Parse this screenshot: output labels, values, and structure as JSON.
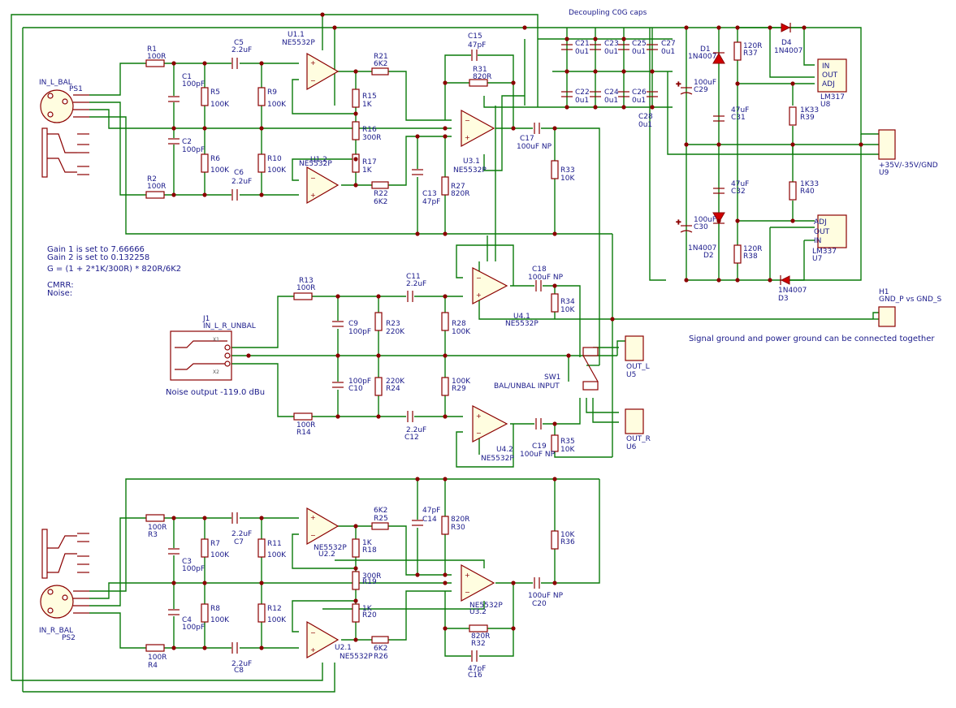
{
  "header": {
    "decoupling_note": "Decoupling C0G caps"
  },
  "notes": {
    "gain1": "Gain 1 is set to 7.66666",
    "gain2": "Gain 2 is set to 0.132258",
    "formula": "G = (1 + 2*1K/300R) * 820R/6K2",
    "cmrr": "CMRR:",
    "noise": "Noise:",
    "noise_output": "Noise output -119.0 dBu",
    "ground_note": "Signal ground and power ground can be connected together"
  },
  "labels": [
    {
      "id": "ps1_ref",
      "text": "PS1"
    },
    {
      "id": "ps1_val",
      "text": "IN_L_BAL"
    },
    {
      "id": "ps2_ref",
      "text": "PS2"
    },
    {
      "id": "ps2_val",
      "text": "IN_R_BAL"
    },
    {
      "id": "j1_ref",
      "text": "J1"
    },
    {
      "id": "j1_val",
      "text": "IN_L_R_UNBAL"
    },
    {
      "id": "r1",
      "text": "R1"
    },
    {
      "id": "r1v",
      "text": "100R"
    },
    {
      "id": "r2",
      "text": "R2"
    },
    {
      "id": "r2v",
      "text": "100R"
    },
    {
      "id": "r3",
      "text": "R3"
    },
    {
      "id": "r3v",
      "text": "100R"
    },
    {
      "id": "r4",
      "text": "R4"
    },
    {
      "id": "r4v",
      "text": "100R"
    },
    {
      "id": "r5",
      "text": "R5"
    },
    {
      "id": "r5v",
      "text": "100K"
    },
    {
      "id": "r6",
      "text": "R6"
    },
    {
      "id": "r6v",
      "text": "100K"
    },
    {
      "id": "r7",
      "text": "R7"
    },
    {
      "id": "r7v",
      "text": "100K"
    },
    {
      "id": "r8",
      "text": "R8"
    },
    {
      "id": "r8v",
      "text": "100K"
    },
    {
      "id": "r9",
      "text": "R9"
    },
    {
      "id": "r9v",
      "text": "100K"
    },
    {
      "id": "r10",
      "text": "R10"
    },
    {
      "id": "r10v",
      "text": "100K"
    },
    {
      "id": "r11",
      "text": "R11"
    },
    {
      "id": "r11v",
      "text": "100K"
    },
    {
      "id": "r12",
      "text": "R12"
    },
    {
      "id": "r12v",
      "text": "100K"
    },
    {
      "id": "c1",
      "text": "C1"
    },
    {
      "id": "c1v",
      "text": "100pF"
    },
    {
      "id": "c2",
      "text": "C2"
    },
    {
      "id": "c2v",
      "text": "100pF"
    },
    {
      "id": "c3",
      "text": "C3"
    },
    {
      "id": "c3v",
      "text": "100pF"
    },
    {
      "id": "c4",
      "text": "C4"
    },
    {
      "id": "c4v",
      "text": "100pF"
    },
    {
      "id": "c5",
      "text": "C5"
    },
    {
      "id": "c5v",
      "text": "2.2uF"
    },
    {
      "id": "c6",
      "text": "C6"
    },
    {
      "id": "c6v",
      "text": "2.2uF"
    },
    {
      "id": "c7",
      "text": "C7"
    },
    {
      "id": "c7v",
      "text": "2.2uF"
    },
    {
      "id": "c8",
      "text": "C8"
    },
    {
      "id": "c8v",
      "text": "2.2uF"
    },
    {
      "id": "u11",
      "text": "U1.1"
    },
    {
      "id": "u11v",
      "text": "NE5532P"
    },
    {
      "id": "u12",
      "text": "U1.2"
    },
    {
      "id": "u12v",
      "text": "NE5532P"
    },
    {
      "id": "u21",
      "text": "U2.1"
    },
    {
      "id": "u21v",
      "text": "NE5532P"
    },
    {
      "id": "u22",
      "text": "U2.2"
    },
    {
      "id": "u22v",
      "text": "NE5532P"
    },
    {
      "id": "u31",
      "text": "U3.1"
    },
    {
      "id": "u31v",
      "text": "NE5532P"
    },
    {
      "id": "u32",
      "text": "U3.2"
    },
    {
      "id": "u32v",
      "text": "NE5532P"
    },
    {
      "id": "u41",
      "text": "U4.1"
    },
    {
      "id": "u41v",
      "text": "NE5532P"
    },
    {
      "id": "u42",
      "text": "U4.2"
    },
    {
      "id": "u42v",
      "text": "NE5532P"
    },
    {
      "id": "r15",
      "text": "R15"
    },
    {
      "id": "r15v",
      "text": "1K"
    },
    {
      "id": "r16",
      "text": "R16"
    },
    {
      "id": "r16v",
      "text": "300R"
    },
    {
      "id": "r17",
      "text": "R17"
    },
    {
      "id": "r17v",
      "text": "1K"
    },
    {
      "id": "r18",
      "text": "R18"
    },
    {
      "id": "r18v",
      "text": "1K"
    },
    {
      "id": "r19",
      "text": "R19"
    },
    {
      "id": "r19v",
      "text": "300R"
    },
    {
      "id": "r20",
      "text": "R20"
    },
    {
      "id": "r20v",
      "text": "1K"
    },
    {
      "id": "r21",
      "text": "R21"
    },
    {
      "id": "r21v",
      "text": "6K2"
    },
    {
      "id": "r22",
      "text": "R22"
    },
    {
      "id": "r22v",
      "text": "6K2"
    },
    {
      "id": "r25",
      "text": "R25"
    },
    {
      "id": "r25v",
      "text": "6K2"
    },
    {
      "id": "r26",
      "text": "R26"
    },
    {
      "id": "r26v",
      "text": "6K2"
    },
    {
      "id": "r27",
      "text": "R27"
    },
    {
      "id": "r27v",
      "text": "820R"
    },
    {
      "id": "r30",
      "text": "R30"
    },
    {
      "id": "r30v",
      "text": "820R"
    },
    {
      "id": "r31",
      "text": "R31"
    },
    {
      "id": "r31v",
      "text": "820R"
    },
    {
      "id": "r32",
      "text": "R32"
    },
    {
      "id": "r32v",
      "text": "820R"
    },
    {
      "id": "c13",
      "text": "C13"
    },
    {
      "id": "c13v",
      "text": "47pF"
    },
    {
      "id": "c14",
      "text": "C14"
    },
    {
      "id": "c14v",
      "text": "47pF"
    },
    {
      "id": "c15",
      "text": "C15"
    },
    {
      "id": "c15v",
      "text": "47pF"
    },
    {
      "id": "c16",
      "text": "C16"
    },
    {
      "id": "c16v",
      "text": "47pF"
    },
    {
      "id": "c17",
      "text": "C17"
    },
    {
      "id": "c17v",
      "text": "100uF NP"
    },
    {
      "id": "c18",
      "text": "C18"
    },
    {
      "id": "c18v",
      "text": "100uF NP"
    },
    {
      "id": "c19",
      "text": "C19"
    },
    {
      "id": "c19v",
      "text": "100uF NP"
    },
    {
      "id": "c20",
      "text": "C20"
    },
    {
      "id": "c20v",
      "text": "100uF NP"
    },
    {
      "id": "r33",
      "text": "R33"
    },
    {
      "id": "r33v",
      "text": "10K"
    },
    {
      "id": "r34",
      "text": "R34"
    },
    {
      "id": "r34v",
      "text": "10K"
    },
    {
      "id": "r35",
      "text": "R35"
    },
    {
      "id": "r35v",
      "text": "10K"
    },
    {
      "id": "r36",
      "text": "R36"
    },
    {
      "id": "r36v",
      "text": "10K"
    },
    {
      "id": "r13",
      "text": "R13"
    },
    {
      "id": "r13v",
      "text": "100R"
    },
    {
      "id": "r14",
      "text": "R14"
    },
    {
      "id": "r14v",
      "text": "100R"
    },
    {
      "id": "c9",
      "text": "C9"
    },
    {
      "id": "c9v",
      "text": "100pF"
    },
    {
      "id": "c10",
      "text": "C10"
    },
    {
      "id": "c10v",
      "text": "100pF"
    },
    {
      "id": "c11",
      "text": "C11"
    },
    {
      "id": "c11v",
      "text": "2.2uF"
    },
    {
      "id": "c12",
      "text": "C12"
    },
    {
      "id": "c12v",
      "text": "2.2uF"
    },
    {
      "id": "r23",
      "text": "R23"
    },
    {
      "id": "r23v",
      "text": "220K"
    },
    {
      "id": "r24",
      "text": "R24"
    },
    {
      "id": "r24v",
      "text": "220K"
    },
    {
      "id": "r28",
      "text": "R28"
    },
    {
      "id": "r28v",
      "text": "100K"
    },
    {
      "id": "r29",
      "text": "R29"
    },
    {
      "id": "r29v",
      "text": "100K"
    },
    {
      "id": "sw1",
      "text": "SW1"
    },
    {
      "id": "sw1v",
      "text": "BAL/UNBAL INPUT"
    },
    {
      "id": "u5",
      "text": "U5"
    },
    {
      "id": "u5v",
      "text": "OUT_L"
    },
    {
      "id": "u6",
      "text": "U6"
    },
    {
      "id": "u6v",
      "text": "OUT_R"
    },
    {
      "id": "c21",
      "text": "C21"
    },
    {
      "id": "c21v",
      "text": "0u1"
    },
    {
      "id": "c22",
      "text": "C22"
    },
    {
      "id": "c22v",
      "text": "0u1"
    },
    {
      "id": "c23",
      "text": "C23"
    },
    {
      "id": "c23v",
      "text": "0u1"
    },
    {
      "id": "c24",
      "text": "C24"
    },
    {
      "id": "c24v",
      "text": "0u1"
    },
    {
      "id": "c25",
      "text": "C25"
    },
    {
      "id": "c25v",
      "text": "0u1"
    },
    {
      "id": "c26",
      "text": "C26"
    },
    {
      "id": "c26v",
      "text": "0u1"
    },
    {
      "id": "c27",
      "text": "C27"
    },
    {
      "id": "c27v",
      "text": "0u1"
    },
    {
      "id": "c28",
      "text": "C28"
    },
    {
      "id": "c28v",
      "text": "0u1"
    },
    {
      "id": "d1",
      "text": "D1"
    },
    {
      "id": "d1v",
      "text": "1N4007"
    },
    {
      "id": "d2",
      "text": "D2"
    },
    {
      "id": "d2v",
      "text": "1N4007"
    },
    {
      "id": "d3",
      "text": "D3"
    },
    {
      "id": "d3v",
      "text": "1N4007"
    },
    {
      "id": "d4",
      "text": "D4"
    },
    {
      "id": "d4v",
      "text": "1N4007"
    },
    {
      "id": "c29",
      "text": "C29"
    },
    {
      "id": "c29v",
      "text": "100uF"
    },
    {
      "id": "c30",
      "text": "C30"
    },
    {
      "id": "c30v",
      "text": "100uF"
    },
    {
      "id": "c31",
      "text": "C31"
    },
    {
      "id": "c31v",
      "text": "47uF"
    },
    {
      "id": "c32",
      "text": "C32"
    },
    {
      "id": "c32v",
      "text": "47uF"
    },
    {
      "id": "r37",
      "text": "R37"
    },
    {
      "id": "r37v",
      "text": "120R"
    },
    {
      "id": "r38",
      "text": "R38"
    },
    {
      "id": "r38v",
      "text": "120R"
    },
    {
      "id": "r39",
      "text": "R39"
    },
    {
      "id": "r39v",
      "text": "1K33"
    },
    {
      "id": "r40",
      "text": "R40"
    },
    {
      "id": "r40v",
      "text": "1K33"
    },
    {
      "id": "u8",
      "text": "U8"
    },
    {
      "id": "u8v",
      "text": "LM317"
    },
    {
      "id": "u7",
      "text": "U7"
    },
    {
      "id": "u7v",
      "text": "LM337"
    },
    {
      "id": "u9",
      "text": "U9"
    },
    {
      "id": "u9v",
      "text": "+35V/-35V/GND"
    },
    {
      "id": "h1",
      "text": "H1"
    },
    {
      "id": "h1v",
      "text": "GND_P vs GND_S"
    },
    {
      "id": "pin_in",
      "text": "IN"
    },
    {
      "id": "pin_out",
      "text": "OUT"
    },
    {
      "id": "pin_adj",
      "text": "ADJ"
    },
    {
      "id": "pin_adj2",
      "text": "ADJ"
    },
    {
      "id": "pin_out2",
      "text": "OUT"
    },
    {
      "id": "pin_in2",
      "text": "IN"
    }
  ]
}
